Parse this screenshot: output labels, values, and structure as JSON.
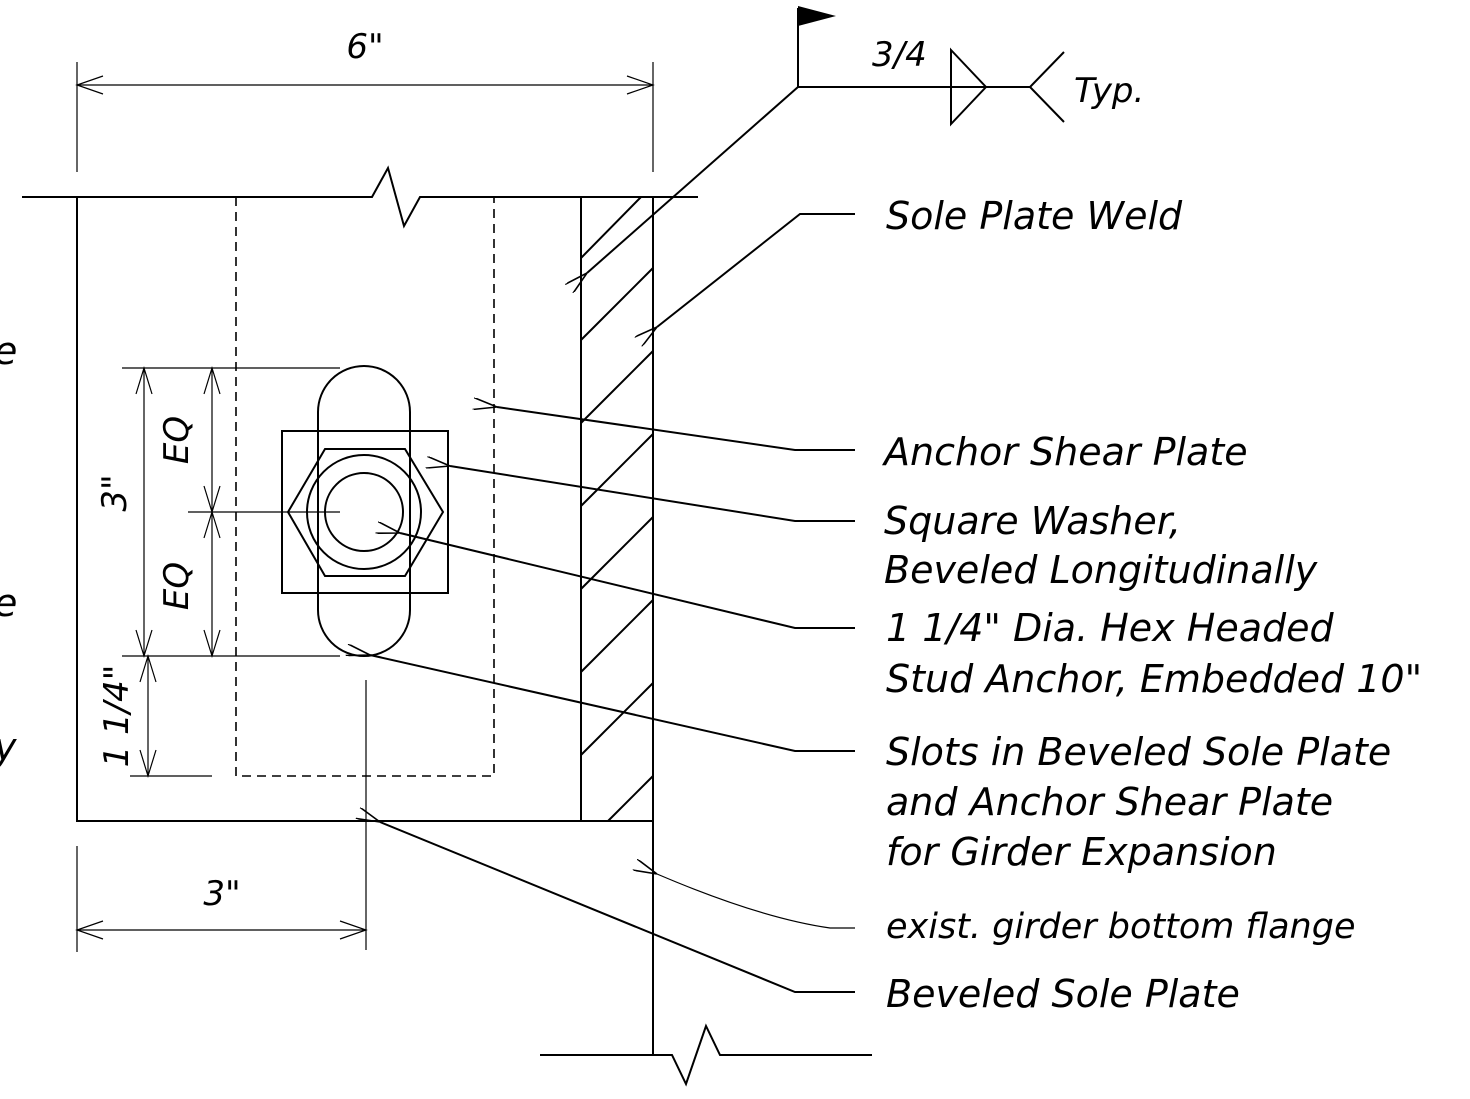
{
  "dimensions": {
    "top_width": "6\"",
    "bottom_width": "3\"",
    "slot_length": "3\"",
    "eq_upper": "EQ",
    "eq_lower": "EQ",
    "edge_distance": "1 1/4\""
  },
  "weld_symbol": {
    "size": "3/4",
    "note": "Typ."
  },
  "callouts": {
    "sole_plate_weld": "Sole Plate Weld",
    "anchor_shear_plate": "Anchor Shear Plate",
    "square_washer": [
      "Square Washer,",
      "Beveled Longitudinally"
    ],
    "stud_anchor": [
      "1 1/4\" Dia. Hex Headed",
      "Stud Anchor, Embedded 10\""
    ],
    "slots": [
      "Slots in Beveled Sole Plate",
      "and Anchor Shear Plate",
      "for Girder Expansion"
    ],
    "existing_flange": "exist. girder bottom flange",
    "beveled_sole_plate": "Beveled Sole Plate"
  },
  "left_edge_fragments": [
    "e",
    "e",
    "y"
  ]
}
